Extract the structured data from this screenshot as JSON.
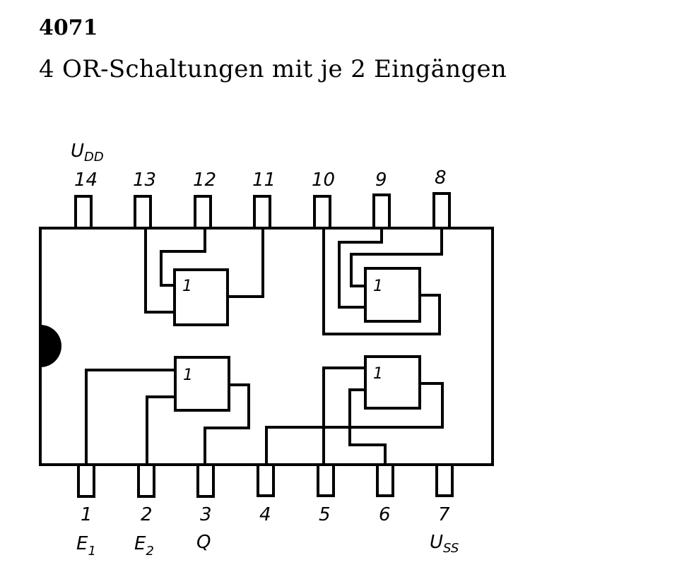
{
  "header": {
    "title": "4071",
    "subtitle": "4 OR-Schaltungen mit je 2 Eingängen"
  },
  "chip": {
    "top_pins": [
      "14",
      "13",
      "12",
      "11",
      "10",
      "9",
      "8"
    ],
    "bottom_pins": [
      "1",
      "2",
      "3",
      "4",
      "5",
      "6",
      "7"
    ],
    "supply_top": {
      "main": "U",
      "sub": "DD"
    },
    "supply_bottom": {
      "main": "U",
      "sub": "SS"
    },
    "pin_names": {
      "e1": {
        "main": "E",
        "sub": "1"
      },
      "e2": {
        "main": "E",
        "sub": "2"
      },
      "q": "Q"
    },
    "gate_symbol": "1"
  }
}
